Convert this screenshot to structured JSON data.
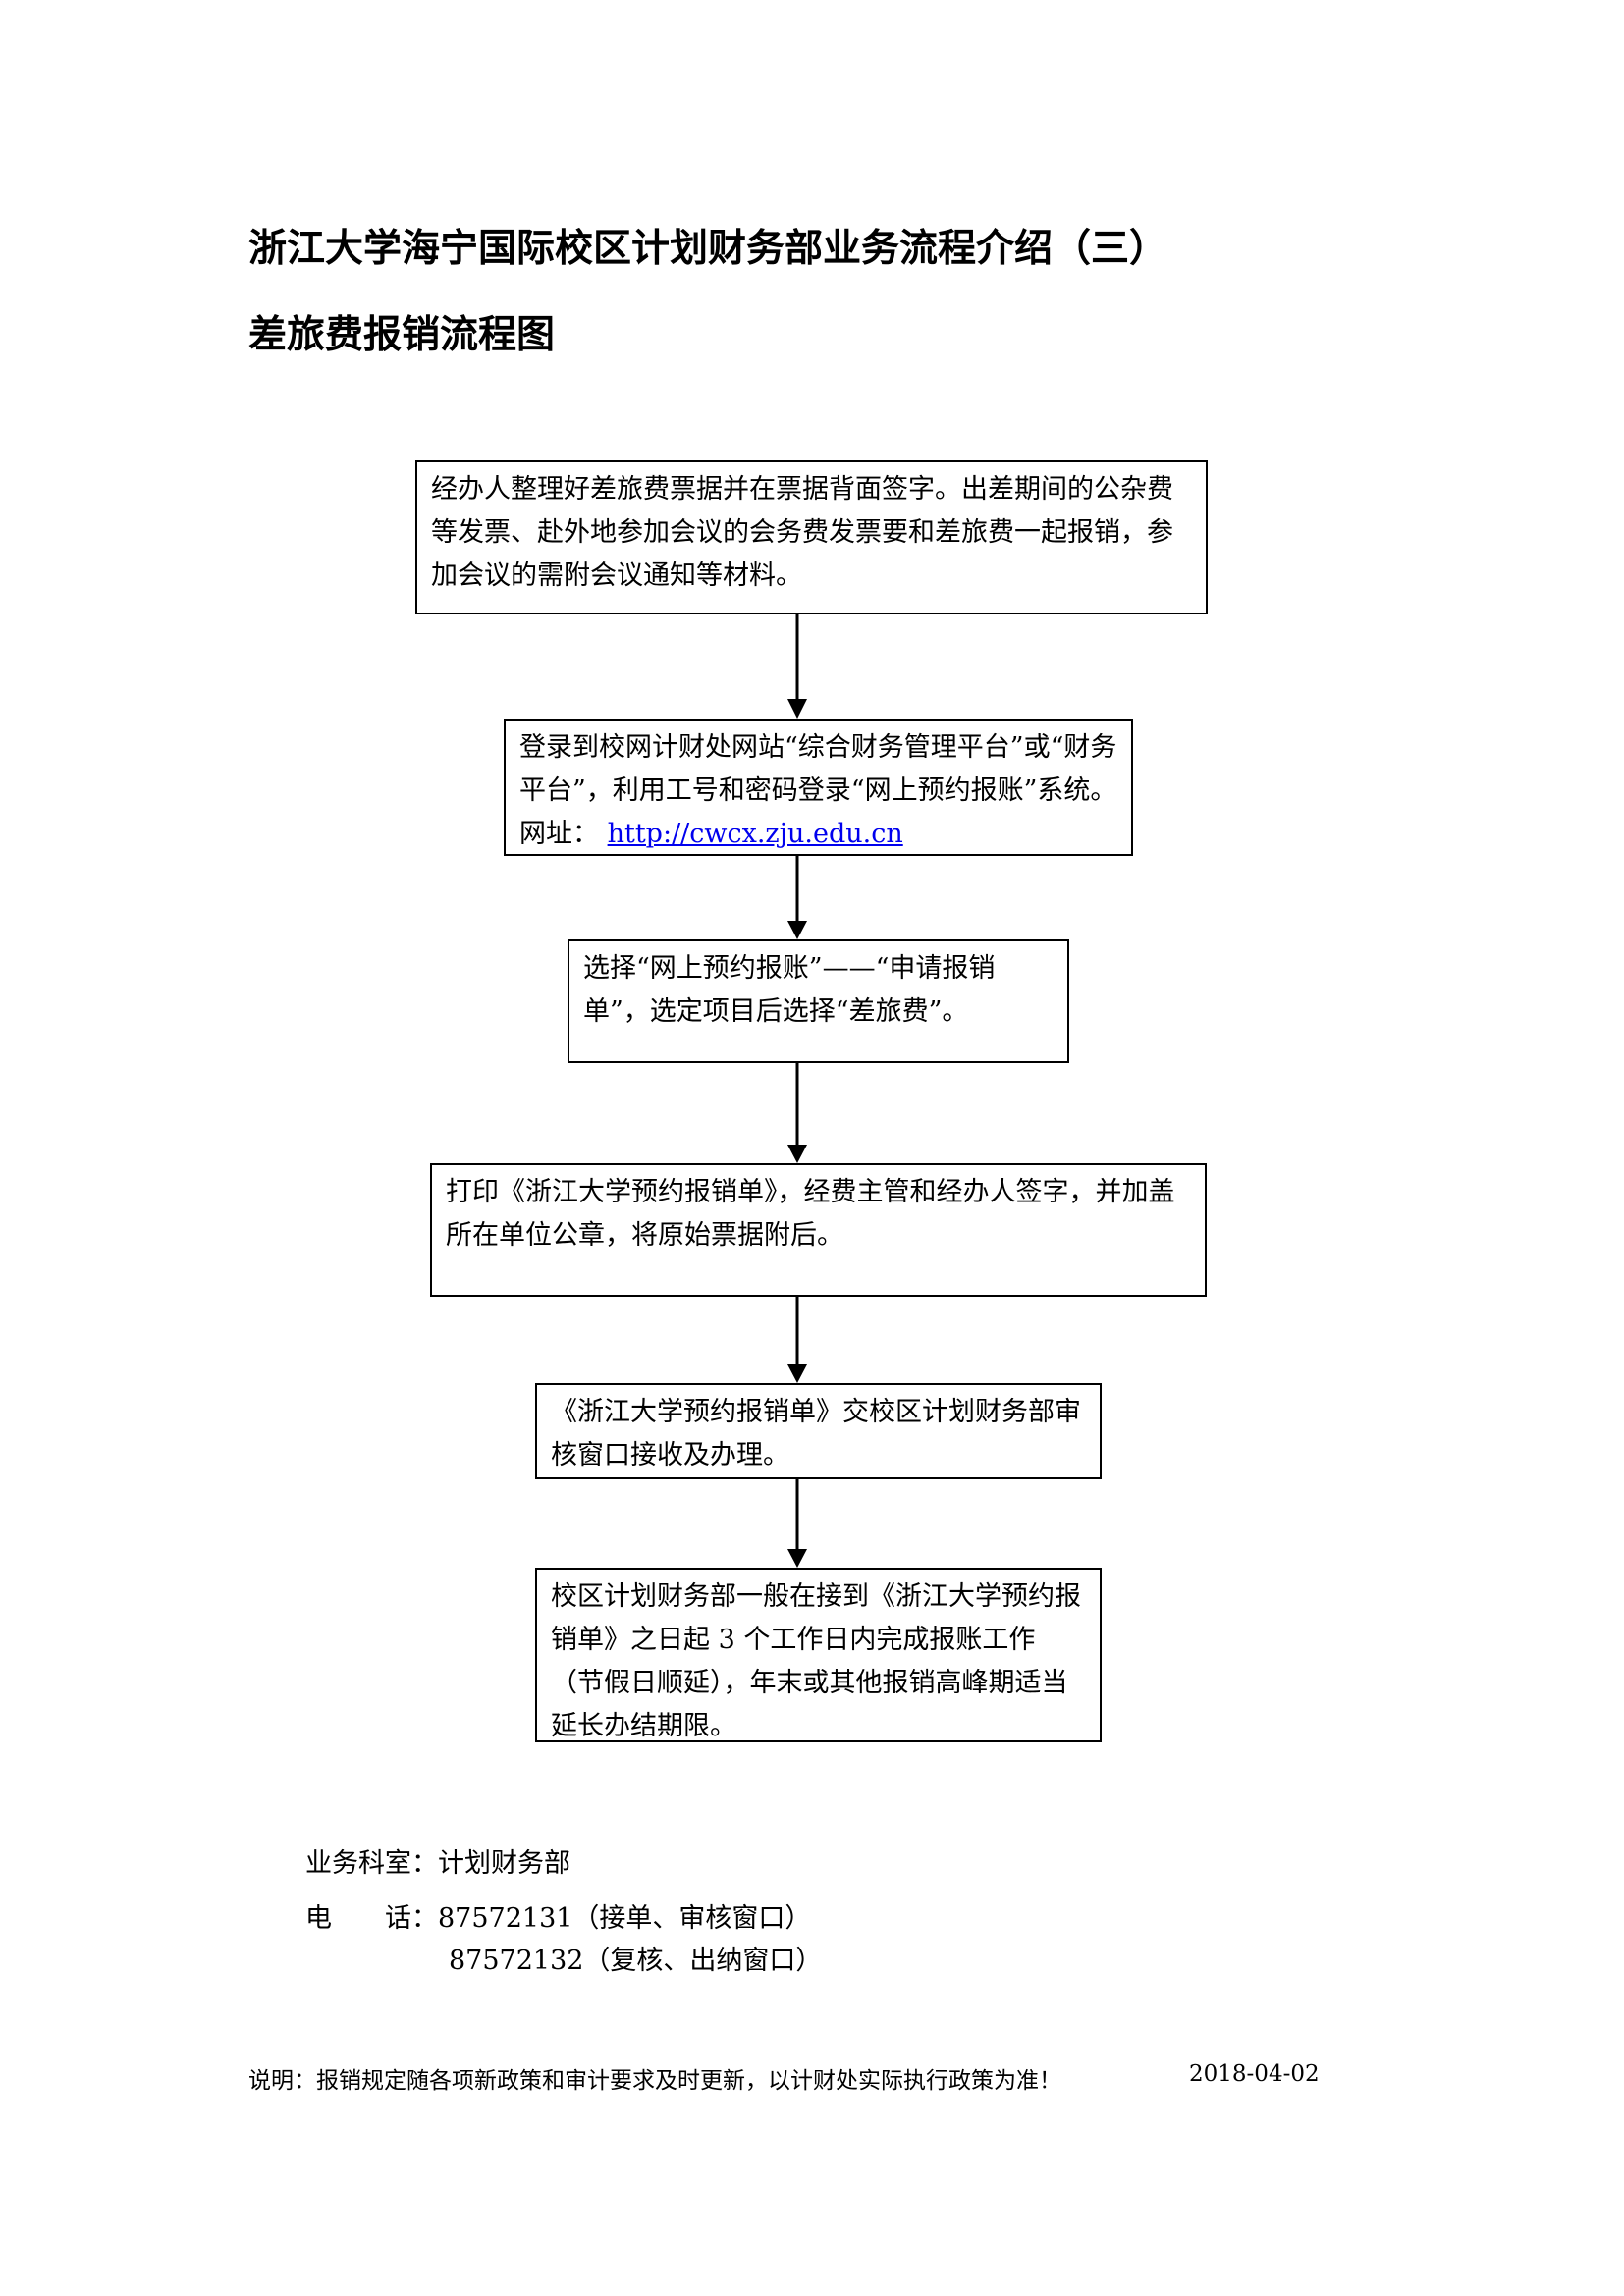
{
  "header": {
    "title": "浙江大学海宁国际校区计划财务部业务流程介绍（三）",
    "subtitle": "差旅费报销流程图"
  },
  "flow": {
    "step1": "经办人整理好差旅费票据并在票据背面签字。出差期间的公杂费等发票、赴外地参加会议的会务费发票要和差旅费一起报销，参加会议的需附会议通知等材料。",
    "step2_text": "登录到校网计财处网站“综合财务管理平台”或“财务平台”，利用工号和密码登录“网上预约报账”系统。网址：",
    "step2_link": "http://cwcx.zju.edu.cn",
    "step3": "选择“网上预约报账”——“申请报销单”，选定项目后选择“差旅费”。",
    "step4": "打印《浙江大学预约报销单》，经费主管和经办人签字，并加盖所在单位公章，将原始票据附后。",
    "step5": "《浙江大学预约报销单》交校区计划财务部审核窗口接收及办理。",
    "step6": "校区计划财务部一般在接到《浙江大学预约报销单》之日起 3 个工作日内完成报账工作（节假日顺延），年末或其他报销高峰期适当延长办结期限。"
  },
  "footer": {
    "office_label": "业务科室：",
    "office_value": "计划财务部",
    "phone_label": "电　　话：",
    "phone1": "87572131（接单、审核窗口）",
    "phone2": "87572132（复核、出纳窗口）",
    "note": "说明：报销规定随各项新政策和审计要求及时更新，以计财处实际执行政策为准！",
    "date": "2018-04-02"
  },
  "colors": {
    "link": "#0000ee",
    "border": "#000000"
  }
}
